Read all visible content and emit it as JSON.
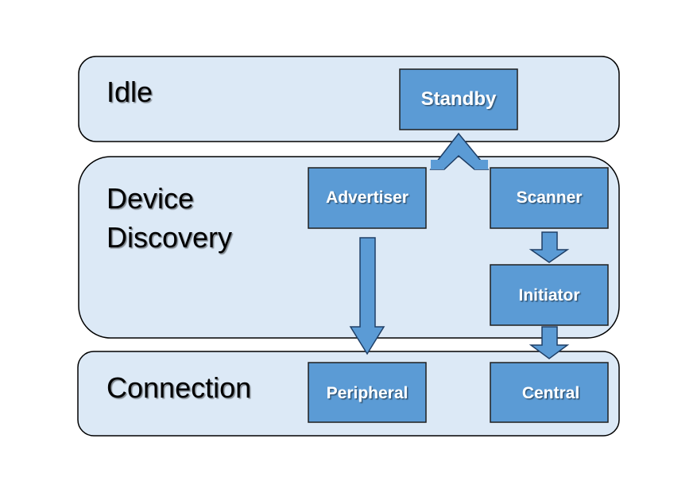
{
  "groups": {
    "idle": {
      "label": "Idle"
    },
    "discovery": {
      "label_line1": "Device",
      "label_line2": "Discovery"
    },
    "connection": {
      "label": "Connection"
    }
  },
  "states": {
    "standby": "Standby",
    "advertiser": "Advertiser",
    "scanner": "Scanner",
    "initiator": "Initiator",
    "peripheral": "Peripheral",
    "central": "Central"
  },
  "colors": {
    "group_fill": "#dce9f6",
    "state_fill": "#5b9bd5",
    "state_text": "#ffffff"
  }
}
